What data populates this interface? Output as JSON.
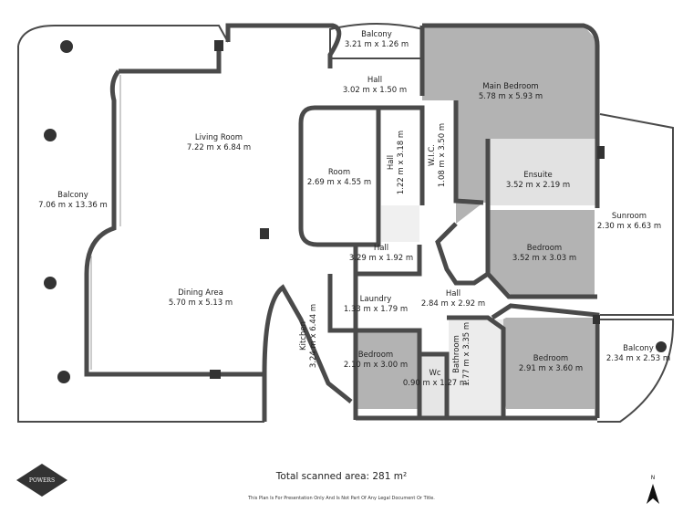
{
  "rooms": [
    {
      "name": "Balcony",
      "size": "3.21 m x 1.26 m"
    },
    {
      "name": "Hall",
      "size": "3.02 m x 1.50 m"
    },
    {
      "name": "Main Bedroom",
      "size": "5.78 m x 5.93 m"
    },
    {
      "name": "Living Room",
      "size": "7.22 m x 6.84 m"
    },
    {
      "name": "Room",
      "size": "2.69 m x 4.55 m"
    },
    {
      "name": "Hall",
      "size": "1.22 m x 3.18 m"
    },
    {
      "name": "W.I.C.",
      "size": "1.08 m x 3.50 m"
    },
    {
      "name": "Ensuite",
      "size": "3.52 m x 2.19 m"
    },
    {
      "name": "Balcony",
      "size": "7.06 m x 13.36 m"
    },
    {
      "name": "Sunroom",
      "size": "2.30 m x 6.63 m"
    },
    {
      "name": "Hall",
      "size": "3.29 m x 1.92 m"
    },
    {
      "name": "Bedroom",
      "size": "3.52 m x 3.03 m"
    },
    {
      "name": "Dining Area",
      "size": "5.70 m x 5.13 m"
    },
    {
      "name": "Laundry",
      "size": "1.33 m x 1.79 m"
    },
    {
      "name": "Hall",
      "size": "2.84 m x 2.92 m"
    },
    {
      "name": "Kitchen",
      "size": "3.24 m x 6.44 m"
    },
    {
      "name": "Bedroom",
      "size": "2.10 m x 3.00 m"
    },
    {
      "name": "Bedroom",
      "size": "2.91 m x 3.60 m"
    },
    {
      "name": "Balcony",
      "size": "2.34 m x 2.53 m"
    },
    {
      "name": "Wc",
      "size": "0.90 m x 1.27 m"
    },
    {
      "name": "Bathroom",
      "size": "1.77 m x 3.35 m"
    }
  ],
  "footer": {
    "total_area": "Total scanned area: 281 m²",
    "disclaimer": "This Plan Is For Presentation Only And Is Not Part Of Any Legal Document Or Title.",
    "logo_text": "POWERS",
    "north_label": "N"
  },
  "colors": {
    "wall": "#4a4a4a",
    "shaded_room": "#b3b3b3",
    "floor": "#ffffff"
  }
}
